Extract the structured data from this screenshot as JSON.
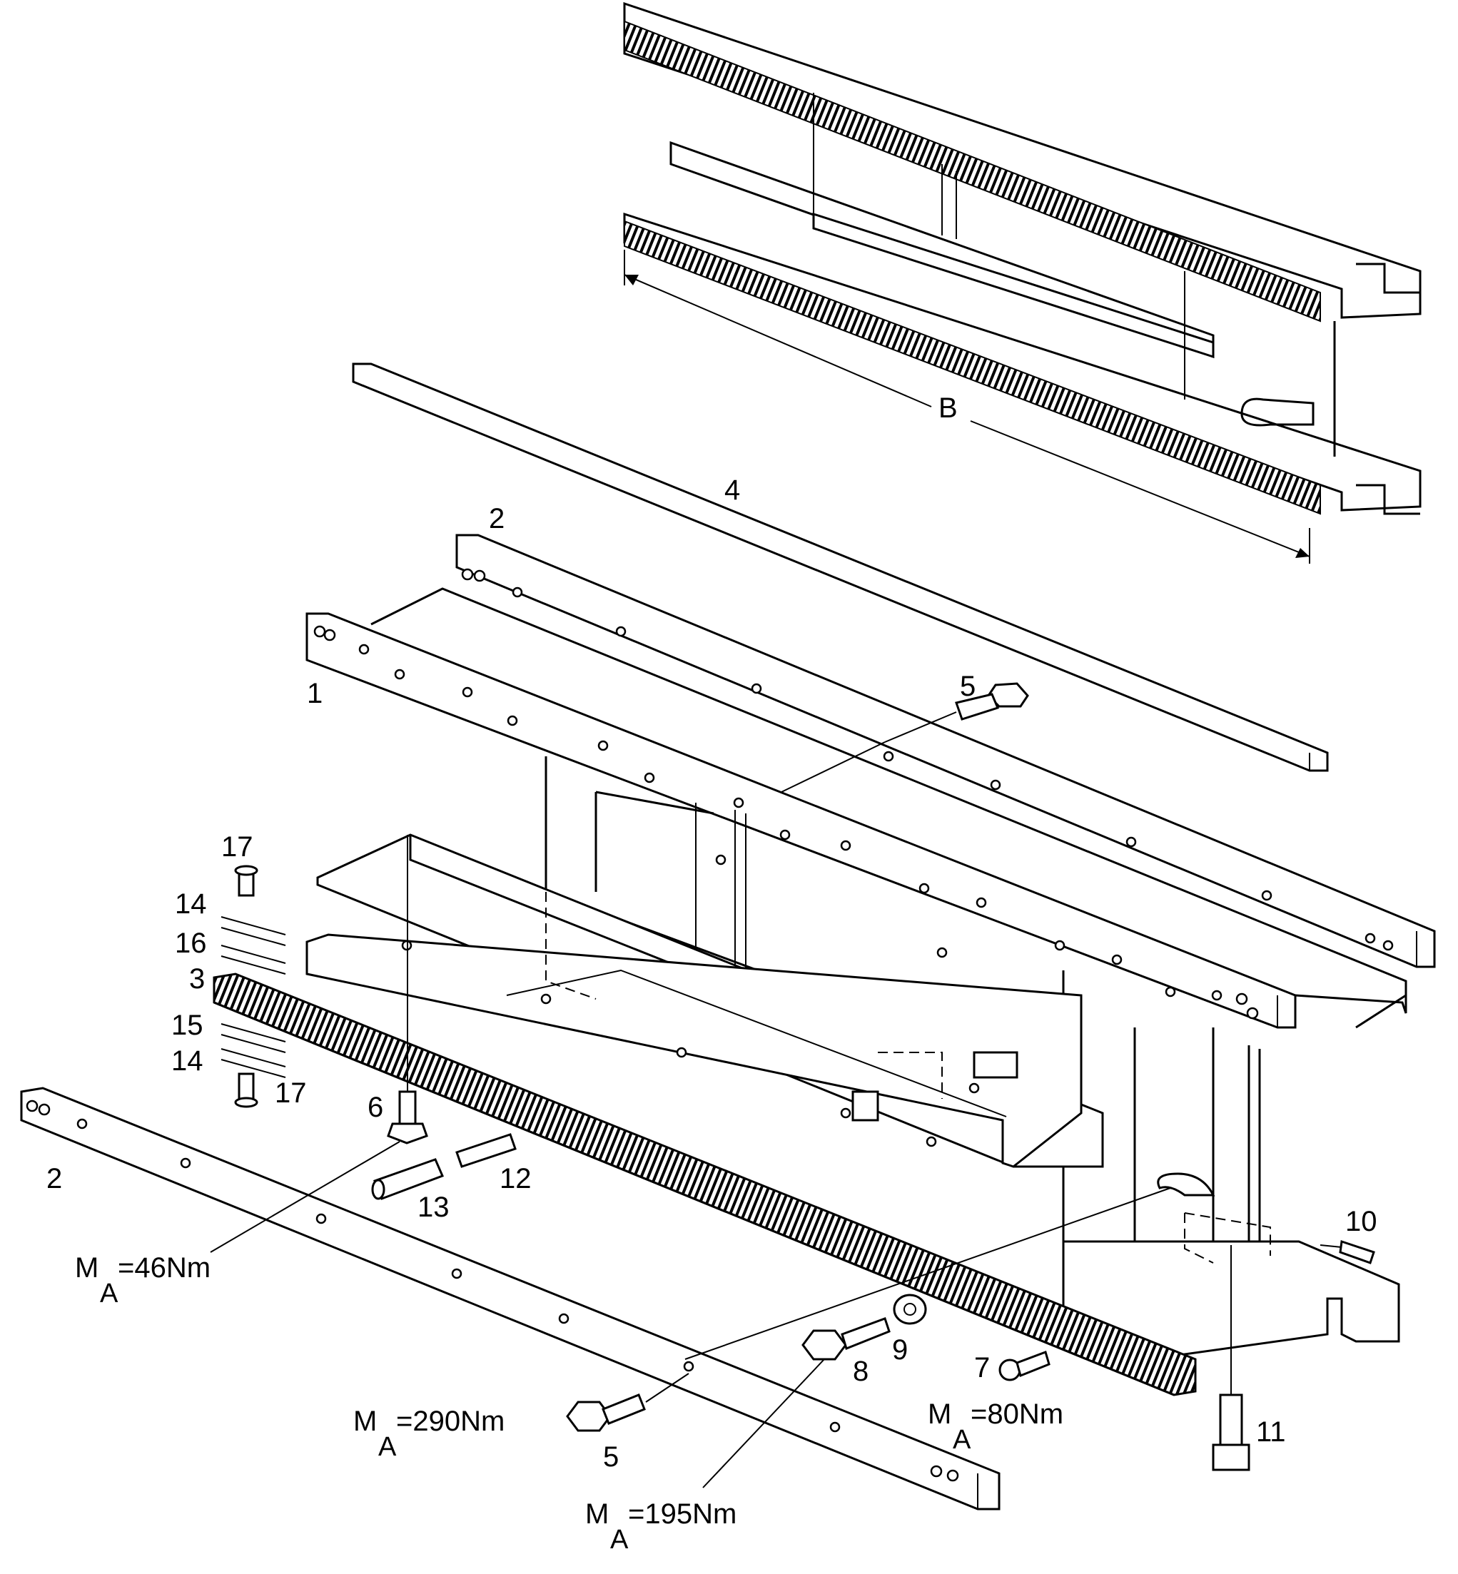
{
  "labels": {
    "p1": "1",
    "p2_top": "2",
    "p2_bottom": "2",
    "p3": "3",
    "p4": "4",
    "p5_top": "5",
    "p5_bottom": "5",
    "p6": "6",
    "p7": "7",
    "p8": "8",
    "p9": "9",
    "p10": "10",
    "p11": "11",
    "p12": "12",
    "p13": "13",
    "p14_top": "14",
    "p14_bottom": "14",
    "p15": "15",
    "p16": "16",
    "p17_top": "17",
    "p17_bottom": "17",
    "dim_b": "B"
  },
  "torques": {
    "t46": {
      "m": "M",
      "sub": "A",
      "value": "=46Nm"
    },
    "t290": {
      "m": "M",
      "sub": "A",
      "value": "=290Nm"
    },
    "t80": {
      "m": "M",
      "sub": "A",
      "value": "=80Nm"
    },
    "t195": {
      "m": "M",
      "sub": "A",
      "value": "=195Nm"
    }
  }
}
